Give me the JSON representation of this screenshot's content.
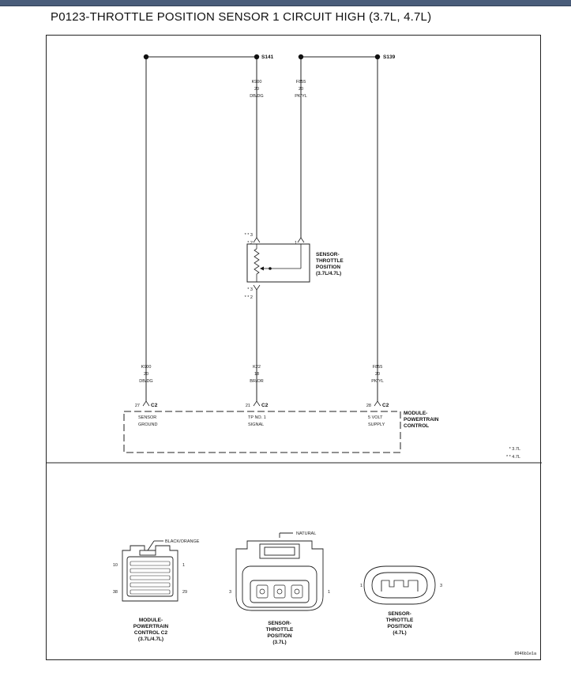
{
  "title": "P0123-THROTTLE POSITION SENSOR 1 CIRCUIT HIGH (3.7L, 4.7L)",
  "splices": {
    "s141": "S141",
    "s139": "S139"
  },
  "wires": {
    "k900_top": [
      "K900",
      "20",
      "DB/DG"
    ],
    "f855_top": [
      "F855",
      "20",
      "PK/YL"
    ],
    "k900_bottom": [
      "K900",
      "20",
      "DB/DG"
    ],
    "k22_bottom": [
      "K22",
      "18",
      "BR/OR"
    ],
    "f855_bottom": [
      "F855",
      "20",
      "PK/YL"
    ]
  },
  "sensor": {
    "pins": {
      "left_top": [
        "* * 3",
        "* 2"
      ],
      "right_top": "1",
      "left_bottom": [
        "* 3",
        "* * 2"
      ]
    },
    "label": [
      "SENSOR-",
      "THROTTLE",
      "POSITION",
      "(3.7L/4.7L)"
    ]
  },
  "pcm": {
    "pins": [
      {
        "num": "27",
        "conn": "C2",
        "name": [
          "SENSOR",
          "GROUND"
        ]
      },
      {
        "num": "21",
        "conn": "C2",
        "name": [
          "TP NO. 1",
          "SIGNAL"
        ]
      },
      {
        "num": "28",
        "conn": "C2",
        "name": [
          "5 VOLT",
          "SUPPLY"
        ]
      }
    ],
    "label": [
      "MODULE-",
      "POWERTRAIN",
      "CONTROL"
    ]
  },
  "legend": {
    "star1": "* 3.7L",
    "star2": "* * 4.7L"
  },
  "connectors": {
    "pcm_c2": {
      "callout": "BLACK/ORANGE",
      "pins": {
        "tl": "10",
        "tr": "1",
        "bl": "38",
        "br": "29"
      },
      "label": [
        "MODULE-",
        "POWERTRAIN",
        "CONTROL C2",
        "(3.7L/4.7L)"
      ]
    },
    "tps_37": {
      "callout": "NATURAL",
      "pins": {
        "left": "3",
        "right": "1"
      },
      "label": [
        "SENSOR-",
        "THROTTLE",
        "POSITION",
        "(3.7L)"
      ]
    },
    "tps_47": {
      "pins": {
        "left": "1",
        "right": "3"
      },
      "label": [
        "SENSOR-",
        "THROTTLE",
        "POSITION",
        "(4.7L)"
      ]
    }
  },
  "figure_id": "8946b1e1a"
}
